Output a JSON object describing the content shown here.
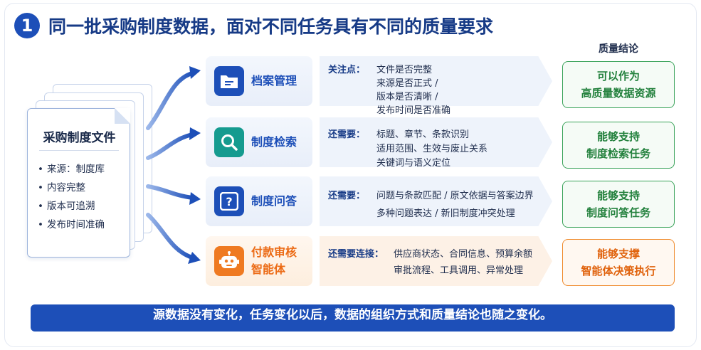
{
  "header": {
    "number": "1",
    "title": "同一批采购制度数据，面对不同任务具有不同的质量要求"
  },
  "conclusion_header": "质量结论",
  "source_doc": {
    "title": "采购制度文件",
    "items": [
      "来源：制度库",
      "内容完整",
      "版本可追溯",
      "发布时间准确"
    ]
  },
  "rows": [
    {
      "task": [
        "档案管理"
      ],
      "icon": "folder-icon",
      "req_key": "关注点：",
      "req_lines": [
        "文件是否完整",
        "来源是否正式 /",
        "版本是否清晰 /",
        "发布时间是否准确"
      ],
      "conclusion": [
        "可以作为",
        "高质量数据资源"
      ],
      "theme": "blue"
    },
    {
      "task": [
        "制度检索"
      ],
      "icon": "search-icon",
      "req_key": "还需要：",
      "req_lines": [
        "标题、章节、条款识别",
        "适用范围、生效与废止关系",
        "关键词与语义定位"
      ],
      "conclusion": [
        "能够支持",
        "制度检索任务"
      ],
      "theme": "blue"
    },
    {
      "task": [
        "制度问答"
      ],
      "icon": "question-icon",
      "req_key": "还需要：",
      "req_lines": [
        "问题与条款匹配 / 原文依据与答案边界",
        "多种问题表达 / 新旧制度冲突处理"
      ],
      "conclusion": [
        "能够支持",
        "制度问答任务"
      ],
      "theme": "blue"
    },
    {
      "task": [
        "付款审核",
        "智能体"
      ],
      "icon": "robot-icon",
      "req_key": "还需要连接：",
      "req_lines": [
        "供应商状态、合同信息、预算余额",
        "审批流程、工具调用、异常处理"
      ],
      "conclusion": [
        "能够支撑",
        "智能体决策执行"
      ],
      "theme": "orange"
    }
  ],
  "footer": "源数据没有变化，任务变化以后，数据的组织方式和质量结论也随之变化。",
  "colors": {
    "primary_blue": "#1d4fb8",
    "teal": "#159b8f",
    "green": "#23813d",
    "orange": "#ec6b15"
  }
}
